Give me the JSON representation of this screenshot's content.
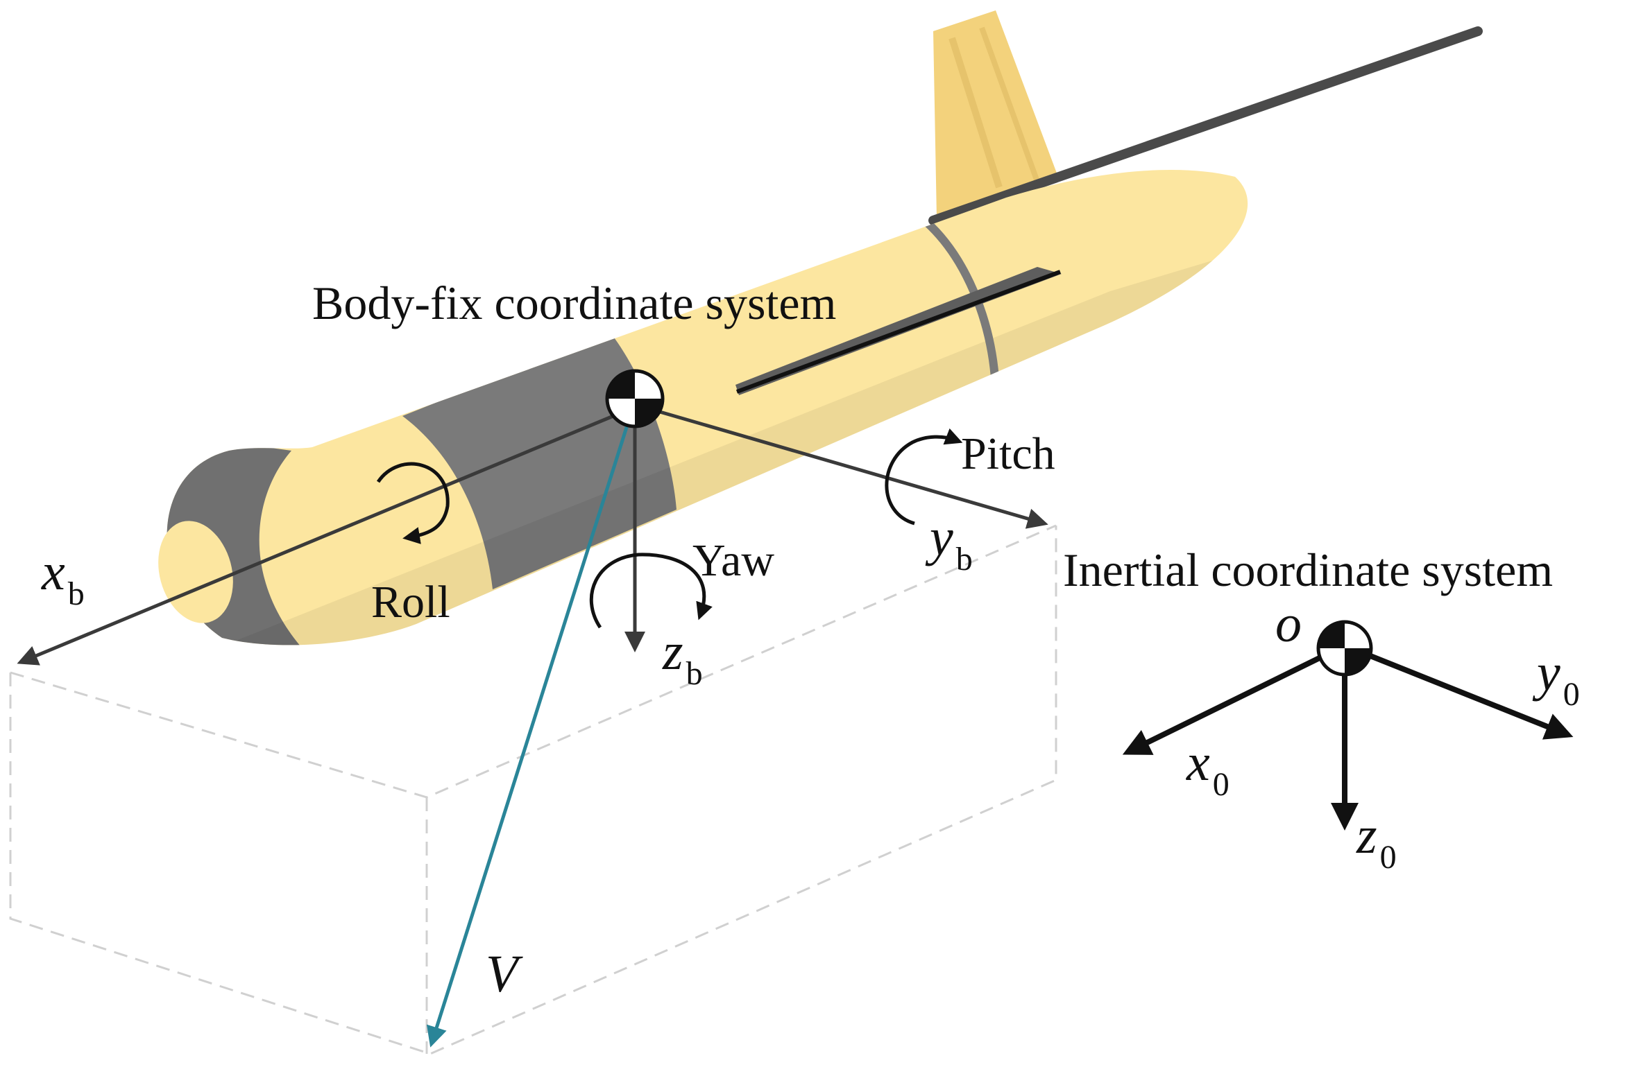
{
  "labels": {
    "body_system": "Body-fix coordinate system",
    "inertial_system": "Inertial coordinate system",
    "roll": "Roll",
    "pitch": "Pitch",
    "yaw": "Yaw",
    "velocity": "V",
    "origin": "o"
  },
  "body_axes": {
    "x": {
      "main": "x",
      "sub": "b"
    },
    "y": {
      "main": "y",
      "sub": "b"
    },
    "z": {
      "main": "z",
      "sub": "b"
    }
  },
  "inertial_axes": {
    "x": {
      "main": "x",
      "sub": "0"
    },
    "y": {
      "main": "y",
      "sub": "0"
    },
    "z": {
      "main": "z",
      "sub": "0"
    }
  },
  "colors": {
    "hull": "#FCE6A0",
    "hull_dark": "#F3D27C",
    "band": "#7A7A7A",
    "band_dark": "#5E5E5E",
    "axis": "#3A3A3A",
    "velocity": "#2A8598",
    "dashed_box": "#D0D0D0",
    "text": "#111111"
  },
  "icons": {
    "center_of_gravity": "cg-marker-icon"
  }
}
